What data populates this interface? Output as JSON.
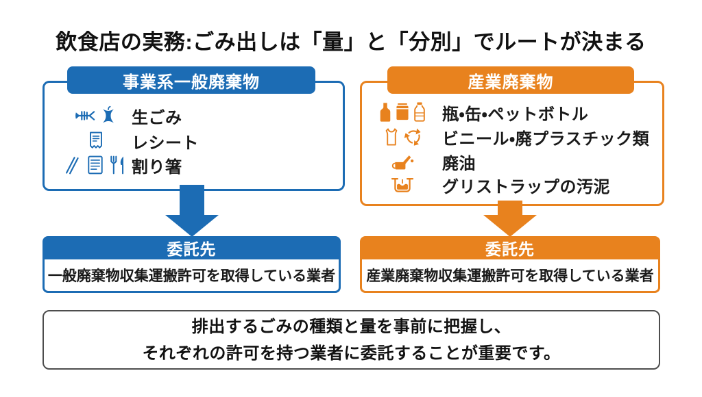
{
  "title": "飲食店の実務:ごみ出しは「量」と「分別」でルートが決まる",
  "colors": {
    "blue": "#1c6cb4",
    "orange": "#e8821e",
    "text": "#1a1a1a",
    "note_border": "#4d4d4d",
    "background": "#ffffff"
  },
  "left_flow": {
    "header": "事業系一般廃棄物",
    "items": [
      {
        "label": "生ごみ",
        "icons": [
          "fishbone-icon",
          "apple-core-icon"
        ]
      },
      {
        "label": "レシート",
        "icons": [
          "receipt-icon"
        ]
      },
      {
        "label": "割り箸",
        "icons": [
          "chopsticks-icon",
          "document-icon",
          "fork-knife-icon"
        ]
      }
    ],
    "destination": {
      "header": "委託先",
      "body": "一般廃棄物収集運搬許可を取得している業者"
    }
  },
  "right_flow": {
    "header": "産業廃棄物",
    "items": [
      {
        "label": "瓶・缶・ペットボトル",
        "icons": [
          "bottle-icon",
          "can-icon",
          "pet-bottle-icon"
        ]
      },
      {
        "label": "ビニール・廃プラスチック類",
        "icons": [
          "plastic-bag-icon",
          "recycle-icon"
        ]
      },
      {
        "label": "廃油",
        "icons": [
          "oil-can-icon"
        ]
      },
      {
        "label": "グリストラップの汚泥",
        "icons": [
          "grease-trap-icon"
        ]
      }
    ],
    "destination": {
      "header": "委託先",
      "body": "産業廃棄物収集運搬許可を取得している業者"
    }
  },
  "note": {
    "line1": "排出するごみの種類と量を事前に把握し、",
    "line2": "それぞれの許可を持つ業者に委託することが重要です。"
  }
}
